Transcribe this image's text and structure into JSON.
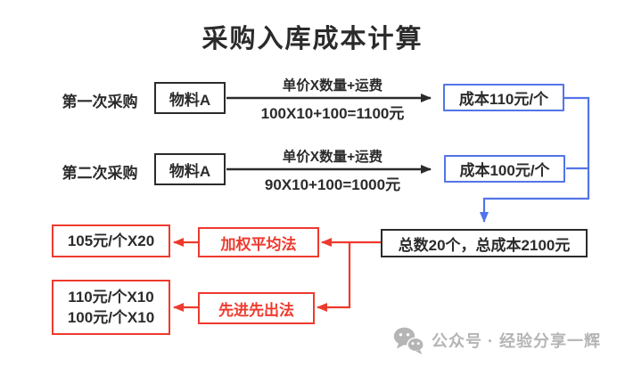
{
  "title": "采购入库成本计算",
  "colors": {
    "ink": "#2b2b2b",
    "blue": "#5374e8",
    "red": "#ee3a2e",
    "gray": "#b5b5b5"
  },
  "rows": [
    {
      "label": "第一次采购",
      "item": "物料A",
      "formula_top": "单价X数量+运费",
      "formula_bottom": "100X10+100=1100元",
      "result": "成本110元/个"
    },
    {
      "label": "第二次采购",
      "item": "物料A",
      "formula_top": "单价X数量+运费",
      "formula_bottom": "90X10+100=1000元",
      "result": "成本100元/个"
    }
  ],
  "total": "总数20个，总成本2100元",
  "methods": [
    {
      "name": "加权平均法",
      "results": [
        "105元/个X20"
      ]
    },
    {
      "name": "先进先出法",
      "results": [
        "110元/个X10",
        "100元/个X10"
      ]
    }
  ],
  "footer": {
    "icon": "wechat-icon",
    "text": "公众号 · 经验分享一辉"
  }
}
